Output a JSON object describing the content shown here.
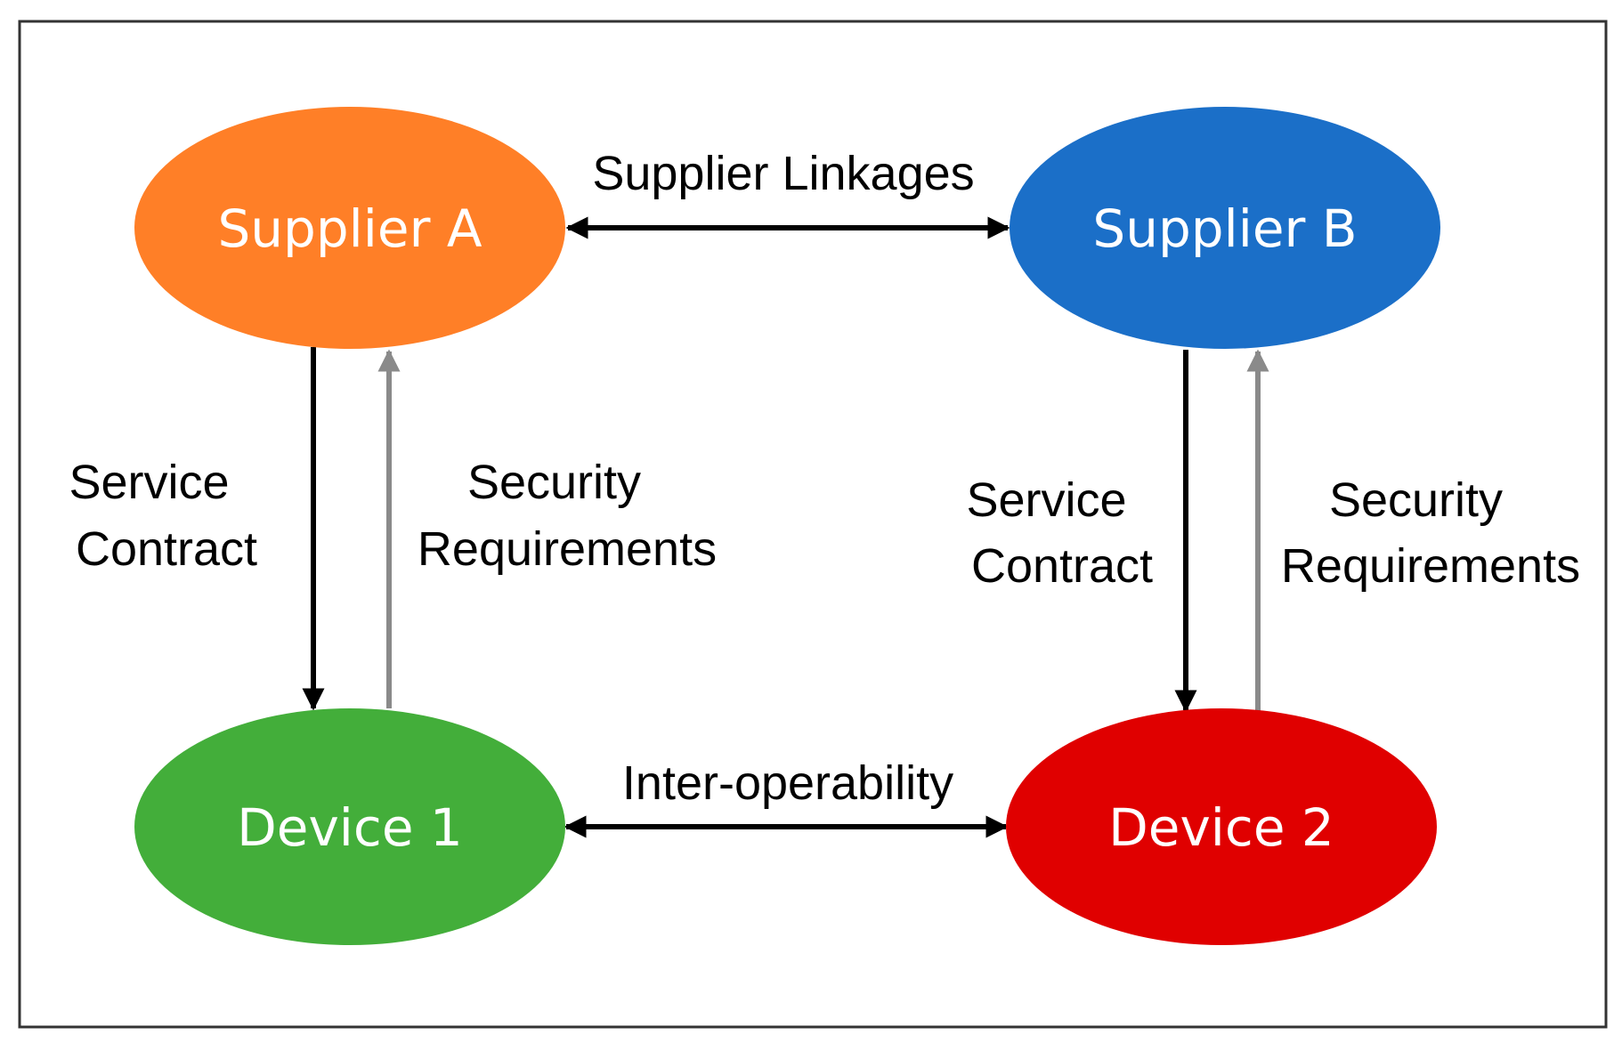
{
  "nodes": {
    "supplier_a": {
      "label": "Supplier A",
      "color": "#FF7F27"
    },
    "supplier_b": {
      "label": "Supplier B",
      "color": "#1B6FC8"
    },
    "device_1": {
      "label": "Device 1",
      "color": "#43AE3A"
    },
    "device_2": {
      "label": "Device 2",
      "color": "#E00000"
    }
  },
  "edges": {
    "supplier_linkages": {
      "label": "Supplier Linkages",
      "direction": "bidirectional"
    },
    "inter_operability": {
      "label": "Inter-operability",
      "direction": "bidirectional"
    },
    "service_contract_a": {
      "line1": "Service",
      "line2": "Contract",
      "from": "Supplier A",
      "to": "Device 1"
    },
    "security_requirements_1": {
      "line1": "Security",
      "line2": "Requirements",
      "from": "Device 1",
      "to": "Supplier A"
    },
    "service_contract_b": {
      "line1": "Service",
      "line2": "Contract",
      "from": "Supplier B",
      "to": "Device 2"
    },
    "security_requirements_2": {
      "line1": "Security",
      "line2": "Requirements",
      "from": "Device 2",
      "to": "Supplier B"
    }
  },
  "colors": {
    "contract_arrow": "#000000",
    "requirements_arrow": "#8A8A8A",
    "frame": "#333333"
  }
}
